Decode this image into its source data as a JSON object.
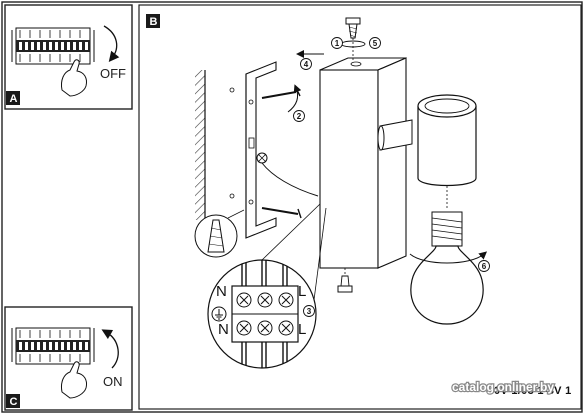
{
  "panels": {
    "a": {
      "label": "A",
      "state": "OFF"
    },
    "b": {
      "label": "B"
    },
    "c": {
      "label": "C",
      "state": "ON"
    }
  },
  "steps": {
    "s1": "1",
    "s2": "2",
    "s3": "3",
    "s4": "4",
    "s5": "5",
    "s6": "6"
  },
  "terminal_labels": {
    "n_top": "N",
    "n_bottom": "N",
    "l_top": "L",
    "l_bottom": "L"
  },
  "footer": {
    "code": "0V 1/03 1-8V 1",
    "watermark": "catalog.onliner.by"
  },
  "colors": {
    "line": "#111111",
    "frame": "#222222",
    "label_box": "#1a1a1a",
    "background": "#ffffff"
  },
  "icons": {
    "switch_direction": "curved-arrow-icon",
    "rotate": "rotate-arrow-icon",
    "earth": "earth-symbol-icon"
  }
}
